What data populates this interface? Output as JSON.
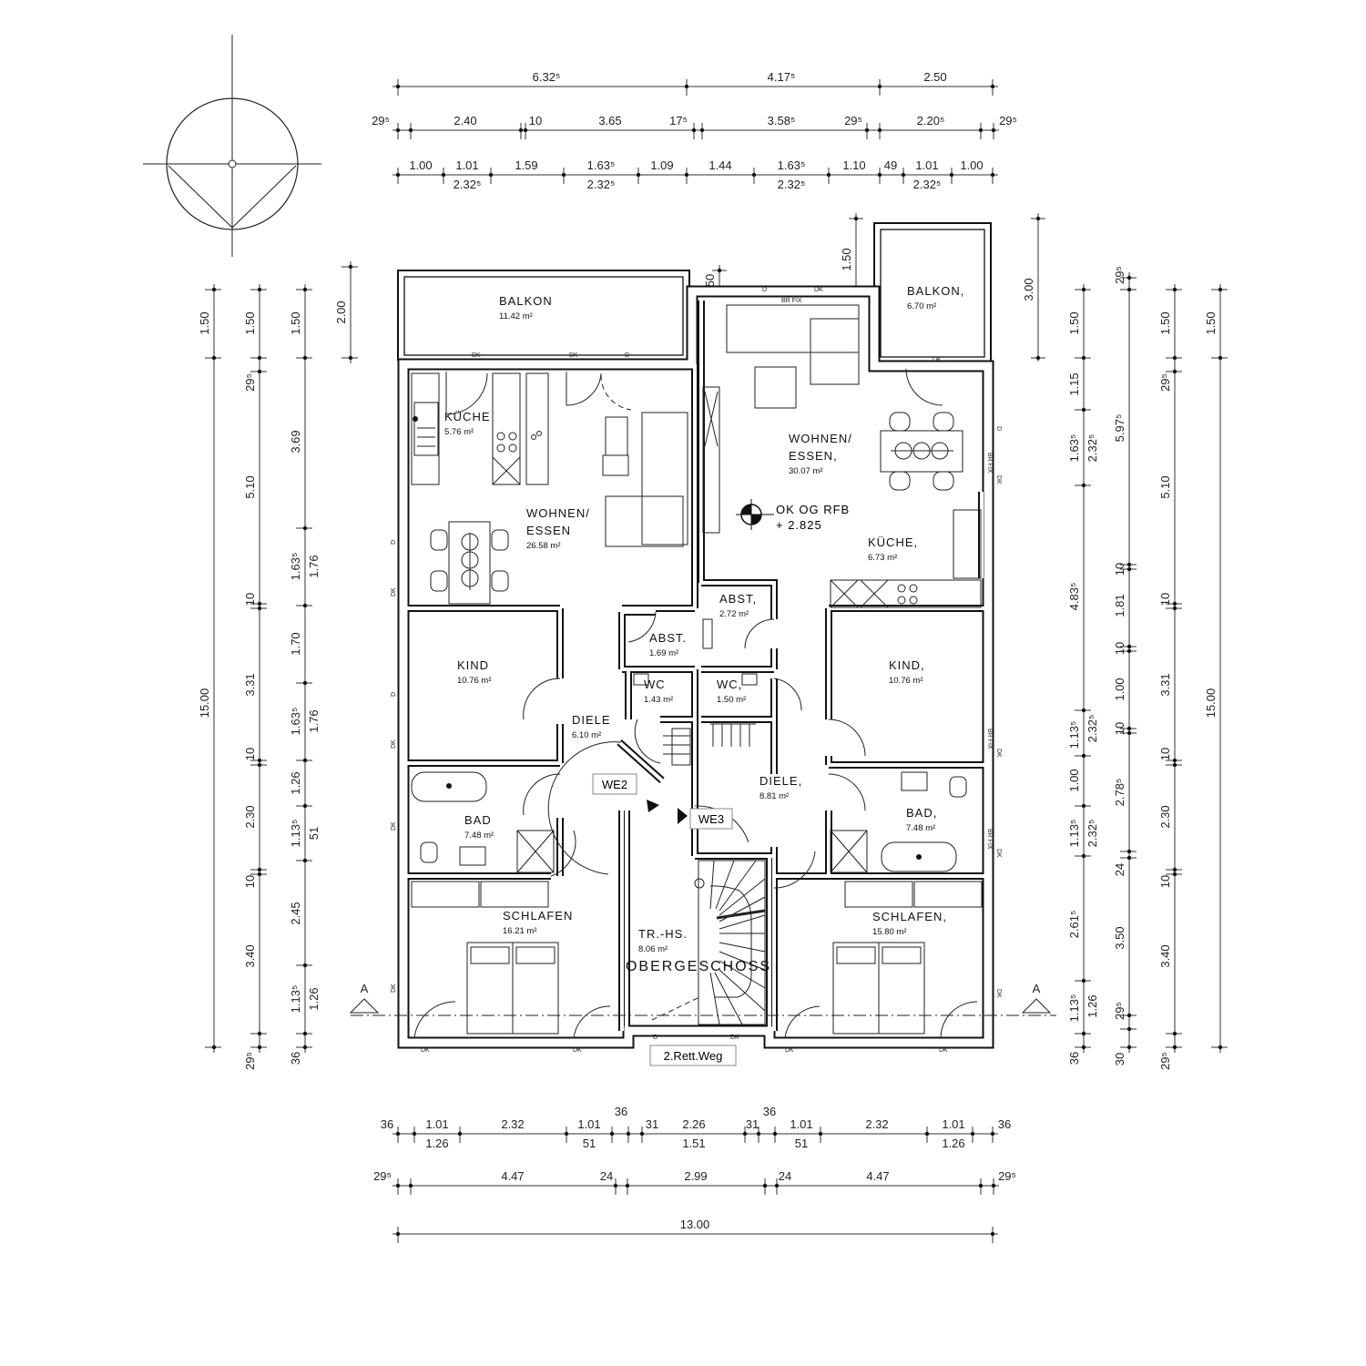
{
  "title": "OBERGESCHOSS",
  "level_marker": {
    "line1": "OK OG RFB",
    "line2": "+ 2.825"
  },
  "section_marks": [
    "A",
    "A"
  ],
  "tags": {
    "we2": "WE2",
    "we3": "WE3",
    "escape": "2.Rett.Weg"
  },
  "rooms": [
    {
      "name": [
        "BALKON"
      ],
      "area": "11.42 m²"
    },
    {
      "name": [
        "KÜCHE"
      ],
      "area": "5.76 m²"
    },
    {
      "name": [
        "WOHNEN/",
        "ESSEN"
      ],
      "area": "26.58 m²"
    },
    {
      "name": [
        "KIND"
      ],
      "area": "10.76 m²"
    },
    {
      "name": [
        "ABST."
      ],
      "area": "1.69 m²"
    },
    {
      "name": [
        "WC"
      ],
      "area": "1.43 m²"
    },
    {
      "name": [
        "DIELE"
      ],
      "area": "6.10 m²"
    },
    {
      "name": [
        "BAD"
      ],
      "area": "7.48 m²"
    },
    {
      "name": [
        "SCHLAFEN"
      ],
      "area": "16.21 m²"
    },
    {
      "name": [
        "TR.-HS."
      ],
      "area": "8.06 m²"
    },
    {
      "name": [
        "BALKON,"
      ],
      "area": "6.70 m²"
    },
    {
      "name": [
        "WOHNEN/",
        "ESSEN,"
      ],
      "area": "30.07 m²"
    },
    {
      "name": [
        "KÜCHE,"
      ],
      "area": "6.73 m²"
    },
    {
      "name": [
        "ABST,"
      ],
      "area": "2.72 m²"
    },
    {
      "name": [
        "WC,"
      ],
      "area": "1.50 m²"
    },
    {
      "name": [
        "DIELE,"
      ],
      "area": "8.81 m²"
    },
    {
      "name": [
        "KIND,"
      ],
      "area": "10.76 m²"
    },
    {
      "name": [
        "BAD,"
      ],
      "area": "7.48 m²"
    },
    {
      "name": [
        "SCHLAFEN,"
      ],
      "area": "15.80 m²"
    }
  ],
  "door_labels": [
    "DK",
    "DK",
    "D",
    "D",
    "DK",
    "D",
    "DK",
    "DK",
    "DK",
    "DK",
    "DK",
    "D",
    "DK",
    "DK",
    "DK",
    "D",
    "DK",
    "BR FIX",
    "DK",
    "D",
    "BR FIX",
    "DK",
    "BR FIX",
    "DK",
    "BR FIX",
    "DK",
    "DK"
  ],
  "dimensions": {
    "top_1": [
      "6.32⁵",
      "4.17⁵",
      "2.50"
    ],
    "top_2": [
      "29⁵",
      "2.40",
      "10",
      "3.65",
      "17⁵",
      "3.58⁵",
      "29⁵",
      "2.20⁵",
      "29⁵"
    ],
    "top_3": [
      "1.00",
      "1.01",
      "1.59",
      "1.63⁵",
      "1.09",
      "1.44",
      "1.63⁵",
      "1.10",
      "49",
      "1.01",
      "1.00",
      "2.32⁵",
      "2.32⁵",
      "2.32⁵",
      "2.32⁵"
    ],
    "top_small": [
      "50",
      "1.50",
      "3.00"
    ],
    "balcony_left": [
      "2.00"
    ],
    "left_1": [
      "1.50",
      "15.00"
    ],
    "left_2": [
      "1.50",
      "29⁵",
      "5.10",
      "10",
      "3.31",
      "10",
      "2.30",
      "10",
      "3.40",
      "29⁵"
    ],
    "left_3": [
      "1.50",
      "3.69",
      "1.63⁵",
      "1.76",
      "1.70",
      "1.63⁵",
      "1.76",
      "1.26",
      "1.13⁵",
      "51",
      "2.45",
      "1.13⁵",
      "1.26",
      "36"
    ],
    "right_1": [
      "1.50",
      "1.15",
      "1.63⁵",
      "2.32⁵",
      "4.83⁵",
      "1.13⁵",
      "2.32⁵",
      "1.00",
      "1.13⁵",
      "2.32⁵",
      "2.61⁵",
      "1.13⁵",
      "1.26",
      "36"
    ],
    "right_2": [
      "29⁵",
      "5.97⁵",
      "10",
      "1.81",
      "10",
      "1.00",
      "10",
      "2.78⁵",
      "24",
      "3.50",
      "29⁵",
      "30"
    ],
    "right_3": [
      "1.50",
      "29⁵",
      "5.10",
      "10",
      "3.31",
      "10",
      "2.30",
      "10",
      "3.40",
      "29⁵"
    ],
    "right_4": [
      "1.50",
      "15.00"
    ],
    "bottom_1": [
      "36",
      "1.01",
      "1.26",
      "2.32",
      "1.01",
      "51",
      "36",
      "31",
      "2.26",
      "1.51",
      "31",
      "36",
      "1.01",
      "51",
      "2.32",
      "1.01",
      "1.26",
      "36"
    ],
    "bottom_2": [
      "29⁵",
      "4.47",
      "24",
      "2.99",
      "24",
      "4.47",
      "29⁵"
    ],
    "bottom_3": [
      "13.00"
    ]
  }
}
